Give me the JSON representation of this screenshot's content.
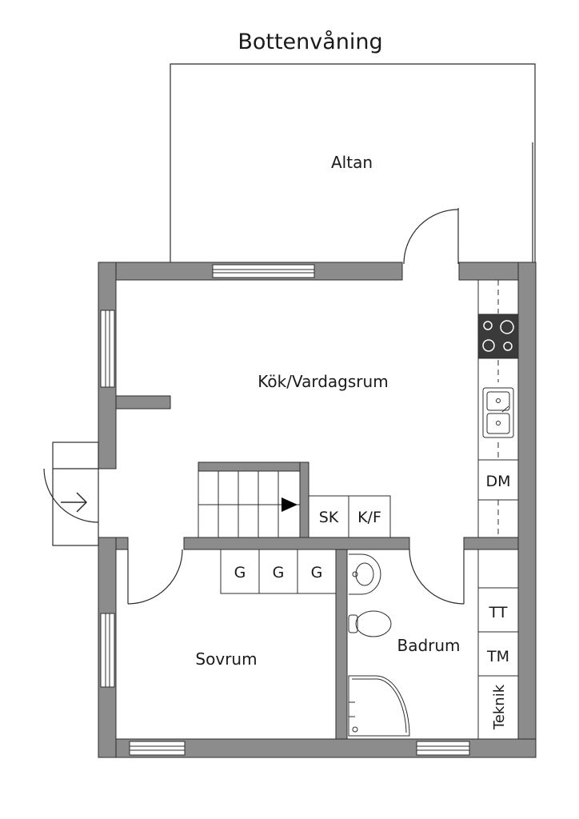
{
  "title": "Bottenvåning",
  "rooms": {
    "altan": "Altan",
    "kitchen_living": "Kök/Vardagsrum",
    "bedroom": "Sovrum",
    "bathroom": "Badrum"
  },
  "fixtures": {
    "dishwasher": "DM",
    "pantry": "SK",
    "fridge_freezer": "K/F",
    "wardrobes": [
      "G",
      "G",
      "G"
    ],
    "washer": "TT",
    "dryer": "TM",
    "technical": "Teknik"
  },
  "colors": {
    "wall": "#8c8c8c",
    "line": "#2b2b2b",
    "stove": "#3a3a3a",
    "background": "#ffffff"
  }
}
